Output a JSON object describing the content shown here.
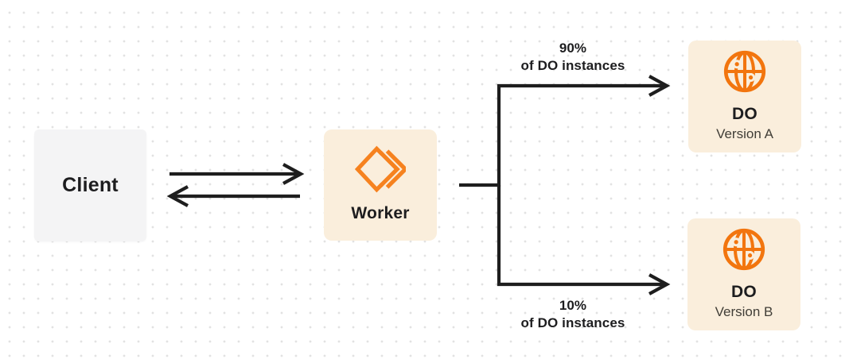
{
  "colors": {
    "accent_orange": "#F6821F",
    "globe_orange": "#F2750E",
    "box_cream": "#FAEEDC",
    "box_gray": "#F4F4F5",
    "line_dark": "#1E1E1E",
    "text_primary": "#1D1D1F",
    "text_secondary": "#413E37",
    "dot": "#E2E2E2",
    "background": "#FFFFFF"
  },
  "nodes": {
    "client": {
      "label": "Client"
    },
    "worker": {
      "label": "Worker",
      "icon": "workers-icon"
    },
    "do_a": {
      "title": "DO",
      "subtitle": "Version A",
      "icon": "durable-object-globe-icon"
    },
    "do_b": {
      "title": "DO",
      "subtitle": "Version B",
      "icon": "durable-object-globe-icon"
    }
  },
  "edges": {
    "client_worker": {
      "type": "bidirectional-arrows"
    },
    "split_top": {
      "percent": "90%",
      "caption": "of DO instances"
    },
    "split_bottom": {
      "percent": "10%",
      "caption": "of DO instances"
    }
  }
}
